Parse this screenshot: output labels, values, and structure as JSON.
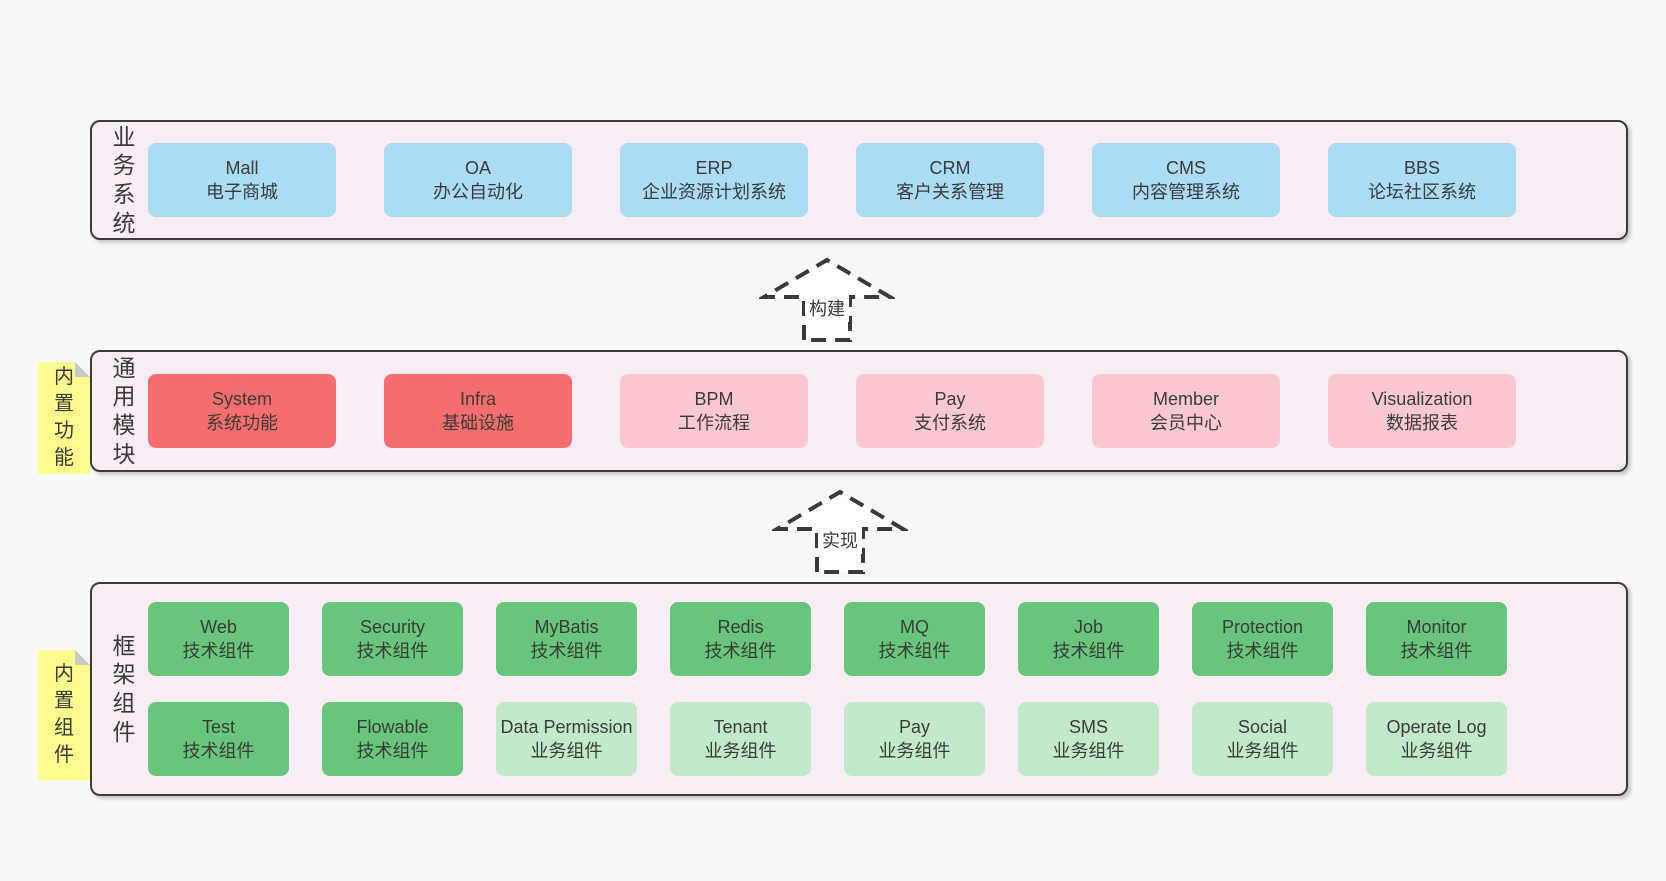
{
  "layers": [
    {
      "label": "业务系统",
      "boxes": [
        {
          "title": "Mall",
          "subtitle": "电子商城",
          "variant": "blue"
        },
        {
          "title": "OA",
          "subtitle": "办公自动化",
          "variant": "blue"
        },
        {
          "title": "ERP",
          "subtitle": "企业资源计划系统",
          "variant": "blue"
        },
        {
          "title": "CRM",
          "subtitle": "客户关系管理",
          "variant": "blue"
        },
        {
          "title": "CMS",
          "subtitle": "内容管理系统",
          "variant": "blue"
        },
        {
          "title": "BBS",
          "subtitle": "论坛社区系统",
          "variant": "blue"
        }
      ]
    },
    {
      "label": "通用模块",
      "note": "内置功能",
      "boxes": [
        {
          "title": "System",
          "subtitle": "系统功能",
          "variant": "red"
        },
        {
          "title": "Infra",
          "subtitle": "基础设施",
          "variant": "red"
        },
        {
          "title": "BPM",
          "subtitle": "工作流程",
          "variant": "pink"
        },
        {
          "title": "Pay",
          "subtitle": "支付系统",
          "variant": "pink"
        },
        {
          "title": "Member",
          "subtitle": "会员中心",
          "variant": "pink"
        },
        {
          "title": "Visualization",
          "subtitle": "数据报表",
          "variant": "pink"
        }
      ]
    },
    {
      "label": "框架组件",
      "note": "内置组件",
      "boxes": [
        {
          "title": "Web",
          "subtitle": "技术组件",
          "variant": "green"
        },
        {
          "title": "Security",
          "subtitle": "技术组件",
          "variant": "green"
        },
        {
          "title": "MyBatis",
          "subtitle": "技术组件",
          "variant": "green"
        },
        {
          "title": "Redis",
          "subtitle": "技术组件",
          "variant": "green"
        },
        {
          "title": "MQ",
          "subtitle": "技术组件",
          "variant": "green"
        },
        {
          "title": "Job",
          "subtitle": "技术组件",
          "variant": "green"
        },
        {
          "title": "Protection",
          "subtitle": "技术组件",
          "variant": "green"
        },
        {
          "title": "Monitor",
          "subtitle": "技术组件",
          "variant": "green"
        },
        {
          "title": "Test",
          "subtitle": "技术组件",
          "variant": "green"
        },
        {
          "title": "Flowable",
          "subtitle": "技术组件",
          "variant": "green"
        },
        {
          "title": "Data Permission",
          "subtitle": "业务组件",
          "variant": "green-light"
        },
        {
          "title": "Tenant",
          "subtitle": "业务组件",
          "variant": "green-light"
        },
        {
          "title": "Pay",
          "subtitle": "业务组件",
          "variant": "green-light"
        },
        {
          "title": "SMS",
          "subtitle": "业务组件",
          "variant": "green-light"
        },
        {
          "title": "Social",
          "subtitle": "业务组件",
          "variant": "green-light"
        },
        {
          "title": "Operate Log",
          "subtitle": "业务组件",
          "variant": "green-light"
        }
      ]
    }
  ],
  "arrows": [
    {
      "label": "构建"
    },
    {
      "label": "实现"
    }
  ],
  "colors": {
    "background": "#f7f7f7",
    "container_bg": "#f8edf5",
    "container_border": "#3c3c3c",
    "blue": "#aadcf5",
    "red": "#f56d6d",
    "pink": "#fbc8d2",
    "green": "#68c67c",
    "green_light": "#c3e9cb",
    "note_yellow": "#fdfa8e",
    "note_fold": "#c9c9c9",
    "text": "#3a3a3a"
  }
}
